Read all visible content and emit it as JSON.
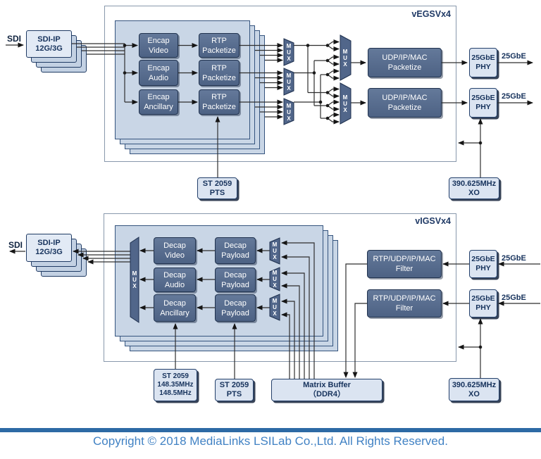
{
  "colors": {
    "footer_bar": "#2d6aa5",
    "footer_text": "#4182c4",
    "wire": "#2e2e2e",
    "dark_box": "#546988",
    "light_box": "#dbe4f1",
    "container": "#c9d6e6"
  },
  "labels": {
    "mux": "MUX"
  },
  "encoder": {
    "title": "vEGSVx4",
    "sdi": "SDI",
    "sdi_ip": [
      "SDI-IP",
      "12G/3G"
    ],
    "encap_video": [
      "Encap",
      "Video"
    ],
    "encap_audio": [
      "Encap",
      "Audio"
    ],
    "encap_ancillary": [
      "Encap",
      "Ancillary"
    ],
    "rtp_packetize": [
      "RTP",
      "Packetize"
    ],
    "udp_packetize": [
      "UDP/IP/MAC",
      "Packetize"
    ],
    "phy": [
      "25GbE",
      "PHY"
    ],
    "out_label": "25GbE",
    "st2059_pts": [
      "ST 2059",
      "PTS"
    ],
    "xo": [
      "390.625MHz",
      "XO"
    ]
  },
  "decoder": {
    "title": "vIGSVx4",
    "sdi": "SDI",
    "sdi_ip": [
      "SDI-IP",
      "12G/3G"
    ],
    "decap_video": [
      "Decap",
      "Video"
    ],
    "decap_audio": [
      "Decap",
      "Audio"
    ],
    "decap_ancillary": [
      "Decap",
      "Ancillary"
    ],
    "decap_payload": [
      "Decap",
      "Payload"
    ],
    "rtp_filter": [
      "RTP/UDP/IP/MAC",
      "Filter"
    ],
    "phy": [
      "25GbE",
      "PHY"
    ],
    "in_label": "25GbE",
    "st2059_freq": [
      "ST 2059",
      "148.35MHz",
      "148.5MHz"
    ],
    "st2059_pts": [
      "ST 2059",
      "PTS"
    ],
    "matrix_buffer": [
      "Matrix Buffer",
      "（DDR4）"
    ],
    "xo": [
      "390.625MHz",
      "XO"
    ]
  },
  "footer": {
    "copyright": "Copyright © 2018 MediaLinks LSILab Co.,Ltd. All Rights Reserved."
  }
}
